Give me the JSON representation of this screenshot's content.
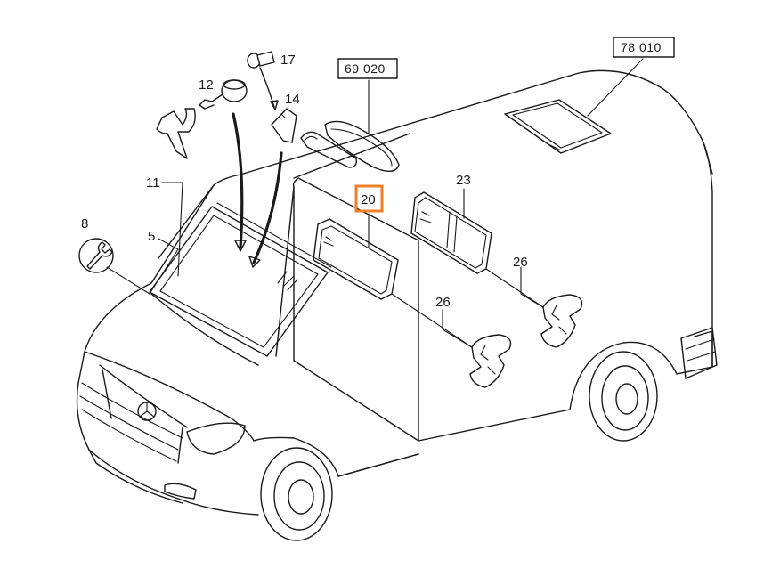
{
  "diagram": {
    "callouts": {
      "c5": "5",
      "c8": "8",
      "c11": "11",
      "c12": "12",
      "c14": "14",
      "c17": "17",
      "c20": "20",
      "c23": "23",
      "c26a": "26",
      "c26b": "26"
    },
    "references": {
      "ref_69020": "69 020",
      "ref_78010": "78 010"
    },
    "highlighted_callout": "20",
    "highlight_color": "#f07f2a"
  }
}
